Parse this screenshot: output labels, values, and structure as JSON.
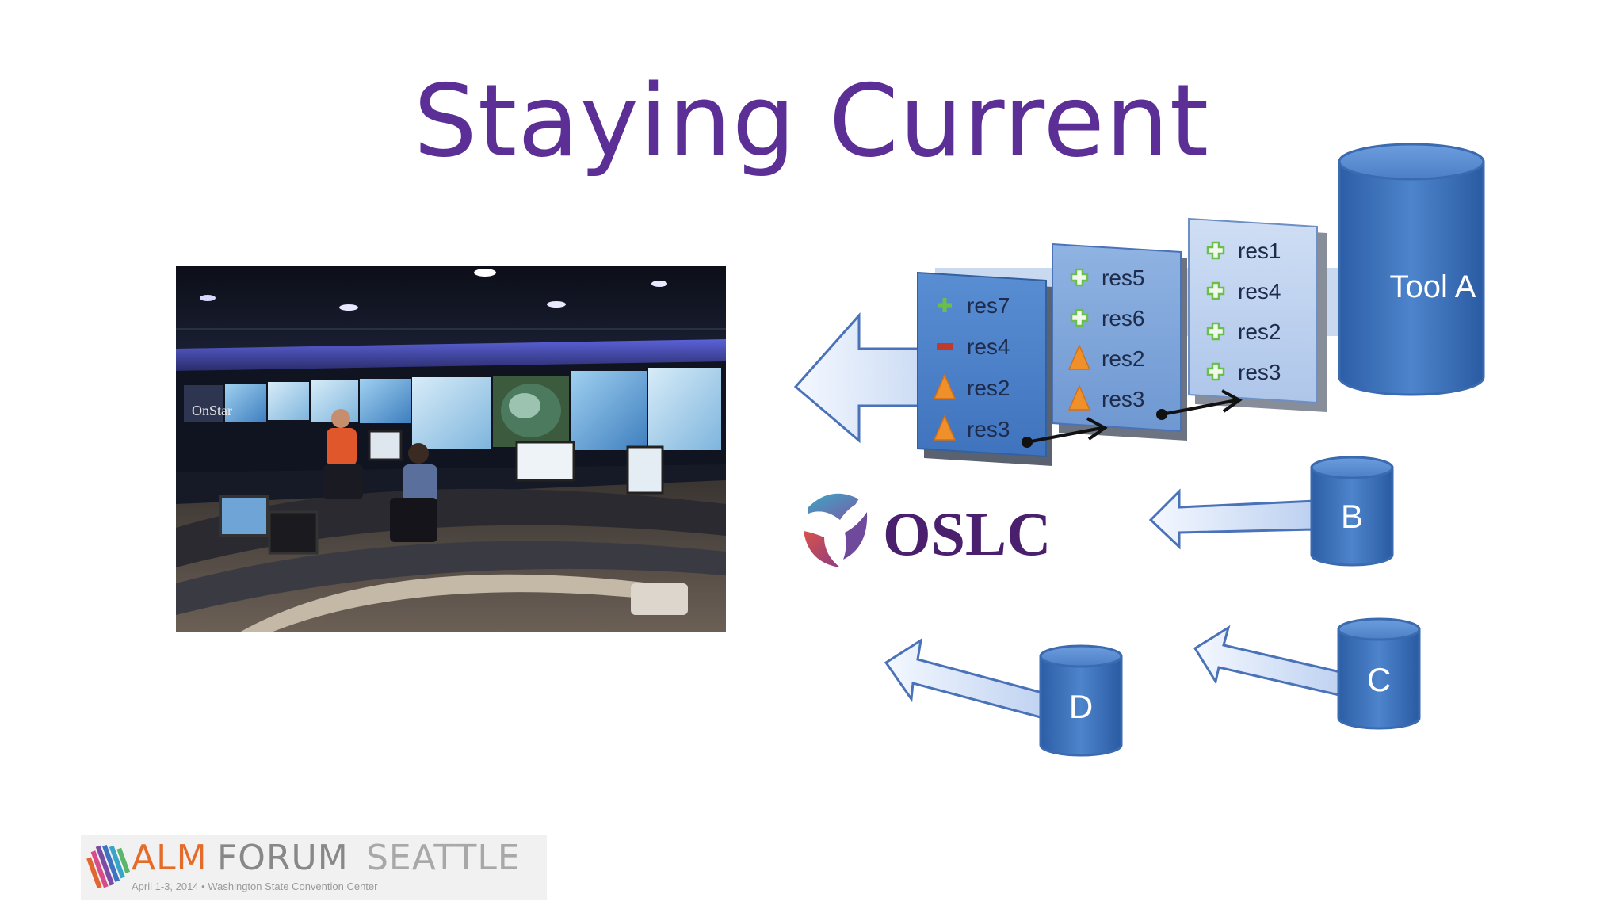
{
  "slide": {
    "title": "Staying Current"
  },
  "photo": {
    "description_icon": "control-room-photo",
    "sign_text": "OnStar"
  },
  "diagram": {
    "tools": {
      "tool_a": "Tool A",
      "b": "B",
      "c": "C",
      "d": "D"
    },
    "panels": [
      {
        "items": [
          {
            "icon": "plus-icon",
            "label": "res7"
          },
          {
            "icon": "minus-icon",
            "label": "res4"
          },
          {
            "icon": "warning-triangle-icon",
            "label": "res2"
          },
          {
            "icon": "warning-triangle-icon",
            "label": "res3"
          }
        ]
      },
      {
        "items": [
          {
            "icon": "plus-outline-icon",
            "label": "res5"
          },
          {
            "icon": "plus-outline-icon",
            "label": "res6"
          },
          {
            "icon": "warning-triangle-icon",
            "label": "res2"
          },
          {
            "icon": "warning-triangle-icon",
            "label": "res3"
          }
        ]
      },
      {
        "items": [
          {
            "icon": "plus-outline-icon",
            "label": "res1"
          },
          {
            "icon": "plus-outline-icon",
            "label": "res4"
          },
          {
            "icon": "plus-outline-icon",
            "label": "res2"
          },
          {
            "icon": "plus-outline-icon",
            "label": "res3"
          }
        ]
      }
    ],
    "oslc_label": "OSLC"
  },
  "footer_logo": {
    "alm": "ALM",
    "forum": "FORUM",
    "seattle": "SEATTLE",
    "sub": "April 1-3, 2014  •  Washington State Convention Center"
  },
  "colors": {
    "title": "#5b2f96",
    "cylinder_dark": "#2f64ad",
    "cylinder_light": "#4f86cc",
    "arrow_fill": "#dbe6f8",
    "arrow_stroke": "#4a72b8",
    "panel_front": "#4a7fc7",
    "panel_middle": "#7aa3d9",
    "panel_back": "#b9cfee",
    "plus_green": "#6abf4b",
    "minus_red": "#c0392b",
    "warning_orange": "#f0902a",
    "oslc_purple": "#4a1f6e"
  }
}
